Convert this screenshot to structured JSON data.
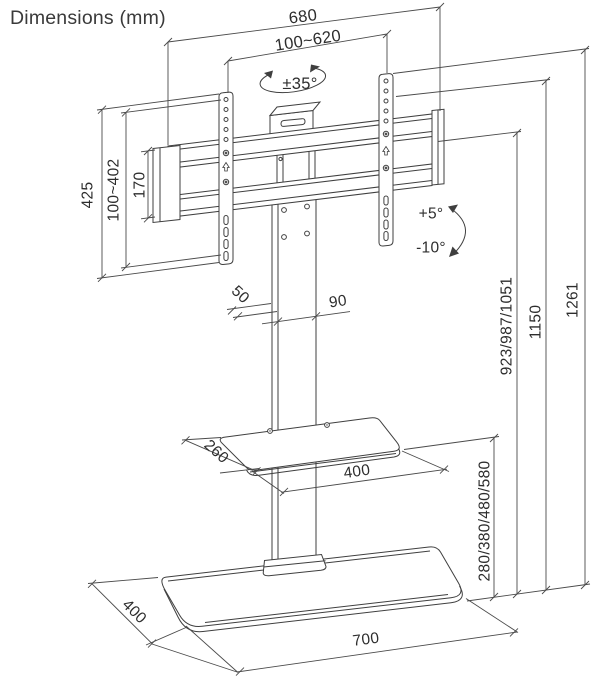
{
  "title": "Dimensions (mm)",
  "dims": {
    "overall_width": "680",
    "vesa_width_range": "100~620",
    "swivel": "±35°",
    "bracket_height": "425",
    "vesa_height_range": "100~402",
    "rail_height": "170",
    "tilt_up": "+5°",
    "tilt_down": "-10°",
    "column_depth": "50",
    "column_width": "90",
    "shelf_depth": "260",
    "shelf_width": "400",
    "tv_center_heights": "923/987/1051",
    "column_top_height": "1150",
    "overall_height": "1261",
    "shelf_height_options": "280/380/480/580",
    "base_depth": "400",
    "base_width": "700"
  },
  "colors": {
    "line": "#3f3f3f",
    "dim_line": "#4a4a4a",
    "text": "#2d2d2d",
    "background": "#ffffff"
  }
}
